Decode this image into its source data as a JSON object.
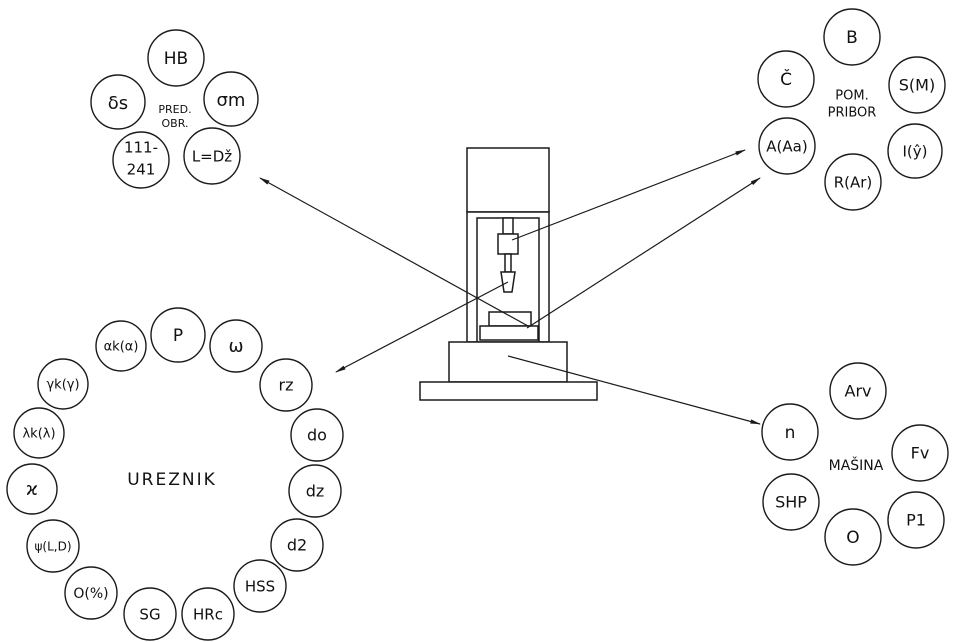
{
  "clusters": {
    "pred_obr": {
      "center_label": [
        "PRED.",
        "OBR."
      ],
      "nodes": [
        "HB",
        "δs",
        "σm",
        "111-\n241",
        "L=Dž"
      ]
    },
    "pom_pribor": {
      "center_label": [
        "POM.",
        "PRIBOR"
      ],
      "nodes": [
        "B",
        "Č",
        "S(M)",
        "A(Aa)",
        "I(ŷ)",
        "R(Ar)"
      ]
    },
    "ureznik": {
      "center_label": [
        "UREZNIK"
      ],
      "nodes": [
        "αk(α)",
        "P",
        "ω",
        "rz",
        "γk(γ)",
        "λk(λ)",
        "do",
        "dz",
        "ϰ",
        "ψ(L,D)",
        "d2",
        "HSS",
        "O(%)",
        "SG",
        "HRc"
      ]
    },
    "masina": {
      "center_label": [
        "MAŠINA"
      ],
      "nodes": [
        "Arv",
        "n",
        "Fv",
        "SHP",
        "P1",
        "O"
      ]
    }
  }
}
